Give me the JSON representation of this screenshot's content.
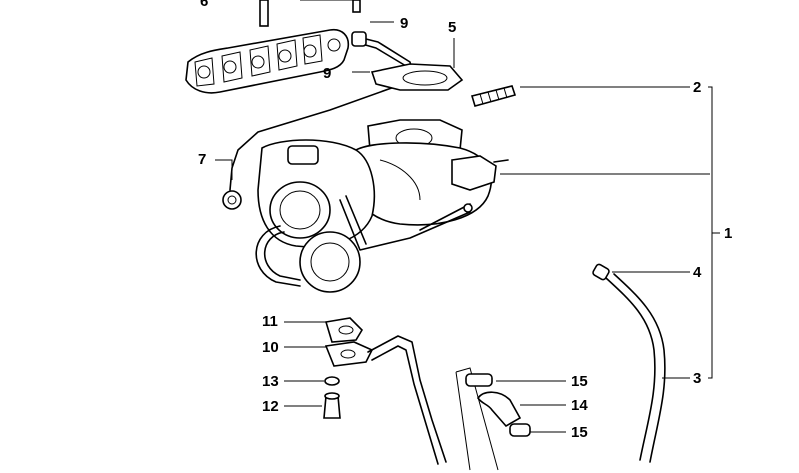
{
  "callouts": {
    "c1": "1",
    "c2": "2",
    "c3": "3",
    "c4": "4",
    "c5": "5",
    "c6": "6",
    "c7": "7",
    "c9a": "9",
    "c9b": "9",
    "c10": "10",
    "c11": "11",
    "c12": "12",
    "c13": "13",
    "c14": "14",
    "c15a": "15",
    "c15b": "15"
  }
}
